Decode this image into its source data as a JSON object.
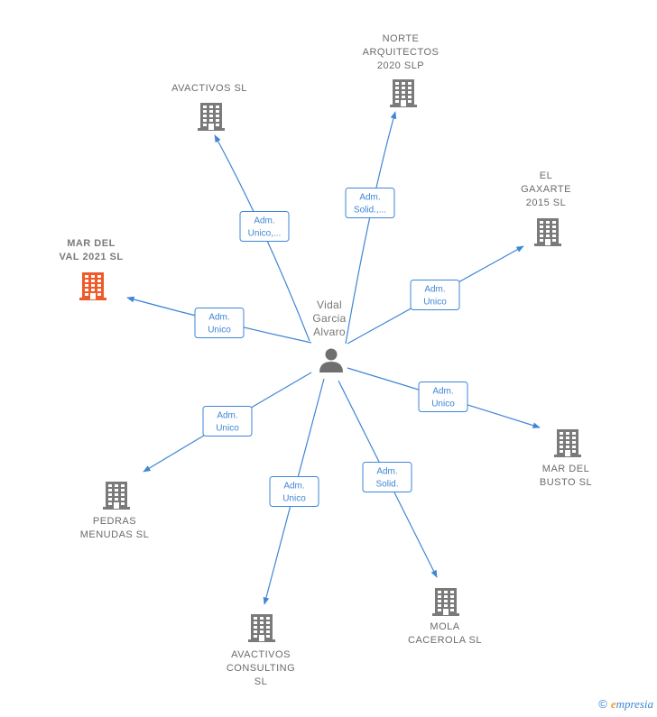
{
  "center": {
    "label_lines": [
      "Vidal",
      "Garcia",
      "Alvaro"
    ],
    "icon": "person-icon"
  },
  "nodes": [
    {
      "id": "norte",
      "label_lines": [
        "NORTE",
        "ARQUITECTOS",
        "2020  SLP"
      ],
      "icon": "building-icon",
      "color": "#7a7a7a"
    },
    {
      "id": "avactivos",
      "label_lines": [
        "AVACTIVOS SL"
      ],
      "icon": "building-icon",
      "color": "#7a7a7a"
    },
    {
      "id": "gaxarte",
      "label_lines": [
        "EL",
        "GAXARTE",
        "2015  SL"
      ],
      "icon": "building-icon",
      "color": "#7a7a7a"
    },
    {
      "id": "marval",
      "label_lines": [
        "MAR DEL",
        "VAL 2021  SL"
      ],
      "icon": "building-icon",
      "color": "#f05a28",
      "focus": true
    },
    {
      "id": "marbusto",
      "label_lines": [
        "MAR DEL",
        "BUSTO  SL"
      ],
      "icon": "building-icon",
      "color": "#7a7a7a"
    },
    {
      "id": "pedras",
      "label_lines": [
        "PEDRAS",
        "MENUDAS  SL"
      ],
      "icon": "building-icon",
      "color": "#7a7a7a"
    },
    {
      "id": "mola",
      "label_lines": [
        "MOLA",
        "CACEROLA  SL"
      ],
      "icon": "building-icon",
      "color": "#7a7a7a"
    },
    {
      "id": "consulting",
      "label_lines": [
        "AVACTIVOS",
        "CONSULTING",
        "SL"
      ],
      "icon": "building-icon",
      "color": "#7a7a7a"
    }
  ],
  "edges": [
    {
      "to": "norte",
      "label_lines": [
        "Adm.",
        "Solid.,..."
      ]
    },
    {
      "to": "avactivos",
      "label_lines": [
        "Adm.",
        "Unico,..."
      ]
    },
    {
      "to": "gaxarte",
      "label_lines": [
        "Adm.",
        "Unico"
      ]
    },
    {
      "to": "marval",
      "label_lines": [
        "Adm.",
        "Unico"
      ]
    },
    {
      "to": "marbusto",
      "label_lines": [
        "Adm.",
        "Unico"
      ]
    },
    {
      "to": "pedras",
      "label_lines": [
        "Adm.",
        "Unico"
      ]
    },
    {
      "to": "mola",
      "label_lines": [
        "Adm.",
        "Solid."
      ]
    },
    {
      "to": "consulting",
      "label_lines": [
        "Adm.",
        "Unico"
      ]
    }
  ],
  "colors": {
    "edge": "#3f86d6",
    "node_default": "#7a7a7a",
    "node_focus": "#f05a28"
  },
  "brand": {
    "copyright_symbol": "©",
    "name_initial": "e",
    "name_rest": "mpresia"
  }
}
